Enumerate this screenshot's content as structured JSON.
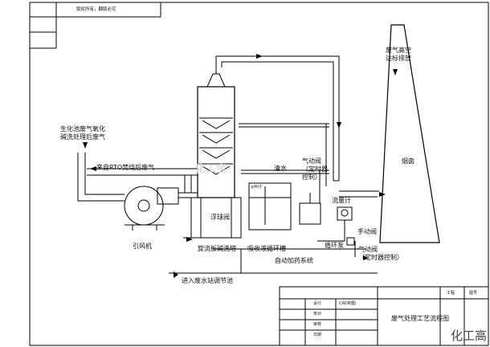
{
  "header_note": "版权所有，翻版必究",
  "labels": {
    "exhaust_high": "废气高空\n达标排放",
    "chimney": "烟囱",
    "bio_pool": "生化池废气氧化\n碱洗处理后废气",
    "rto": "来自RTO焚烧后废气",
    "clean_water": "清水",
    "gas_valve_top": "气动阀\n（定时器\n控制）",
    "ph_meter": "pH计",
    "flow_meter": "流量计",
    "manual_valve": "手动阀",
    "gas_valve_bottom": "气动阀\n（定时器控制）",
    "float_valve": "浮球阀",
    "circ_pump": "循环泵",
    "fan": "引风机",
    "tower": "旋流板碱洗塔",
    "tank": "吸收液循环槽",
    "auto_dosing": "自动加药系统",
    "to_wastewater": "进入废水站调节池"
  },
  "title_block": {
    "drawing_title": "废气处理工艺流程图",
    "cells": [
      "工程",
      "图号",
      "设计",
      "校对",
      "审核",
      "CAD制图",
      "日期"
    ]
  },
  "watermark": "化工宝",
  "brand_logo": "化工高"
}
